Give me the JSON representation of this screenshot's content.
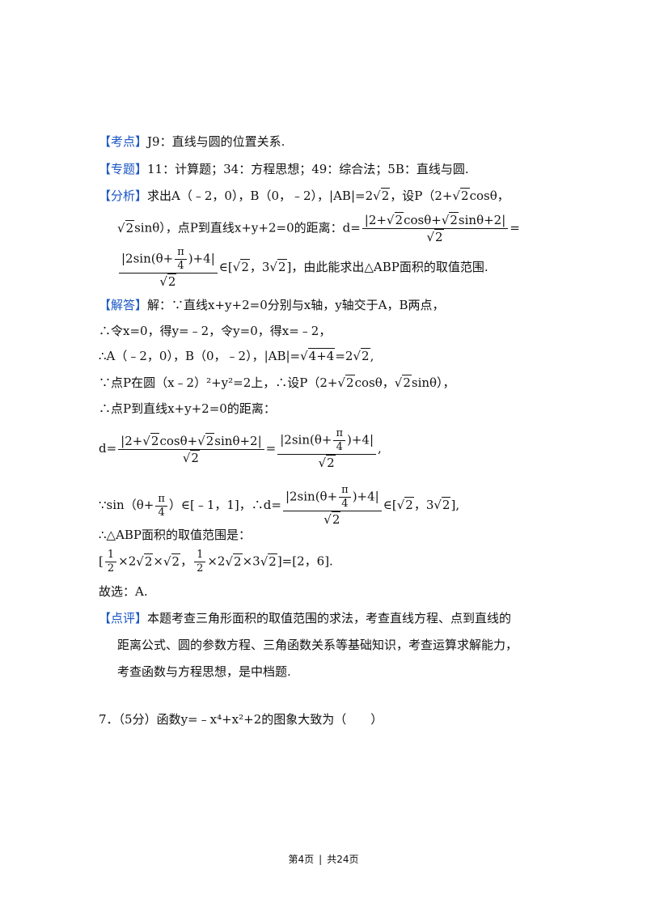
{
  "kaodian": {
    "tag": "【考点】",
    "text": "J9：直线与圆的位置关系."
  },
  "zhuanti": {
    "tag": "【专题】",
    "text": "11：计算题；34：方程思想；49：综合法；5B：直线与圆."
  },
  "fenxi": {
    "tag": "【分析】",
    "l1a": "求出A（﹣2，0），B（0，﹣2），|AB|=2",
    "l1b": "，设P（2+",
    "l1c": "cosθ，",
    "l2a": "sinθ），点P到直线x+y+2=0的距离：d=",
    "frac1_num_a": "|2+",
    "frac1_num_b": "cosθ+",
    "frac1_num_c": "sinθ+2|",
    "l2b": "=",
    "frac2_num": "|2sin(θ+",
    "frac2_num_tail": ")+4|",
    "pi": "π",
    "four": "4",
    "l3a": "∈[",
    "l3b": "，3",
    "l3c": "]，由此能求出△ABP面积的取值范围."
  },
  "jieda": {
    "tag": "【解答】",
    "l1": "解：∵直线x+y+2=0分别与x轴，y轴交于A，B两点，",
    "l2": "∴令x=0，得y=﹣2，令y=0，得x=﹣2，",
    "l3a": "∴A（﹣2，0），B（0，﹣2），|AB|=",
    "l3rad": "4+4",
    "l3b": "=2",
    "l3c": ",",
    "l4a": "∵点P在圆（x﹣2）²+y²=2上，∴设P（2+",
    "l4b": "cosθ，",
    "l4c": "sinθ），",
    "l5": "∴点P到直线x+y+2=0的距离：",
    "l6a": "d=",
    "l6b": "=",
    "l6c": ",",
    "l7a": "∵sin（θ+",
    "l7b": "）∈[﹣1，1]，∴d=",
    "l7c": "∈[",
    "l7d": "，3",
    "l7e": "],",
    "l8": "∴△ABP面积的取值范围是：",
    "l9a": "[",
    "one": "1",
    "two": "2",
    "l9b": "×2",
    "l9c": "×",
    "l9d": "，",
    "l9e": "×3",
    "l9f": "]=[2，6].",
    "l10": "故选：A."
  },
  "dianping": {
    "tag": "【点评】",
    "l1": "本题考查三角形面积的取值范围的求法，考查直线方程、点到直线的",
    "l2": "距离公式、圆的参数方程、三角函数关系等基础知识，考查运算求解能力，",
    "l3": "考查函数与方程思想，是中档题."
  },
  "question7": "7．（5分）函数y=﹣x⁴+x²+2的图象大致为（　　）",
  "sqrt_content": "2",
  "footer": {
    "page": "第4页",
    "sep": "|",
    "total": "共24页"
  }
}
